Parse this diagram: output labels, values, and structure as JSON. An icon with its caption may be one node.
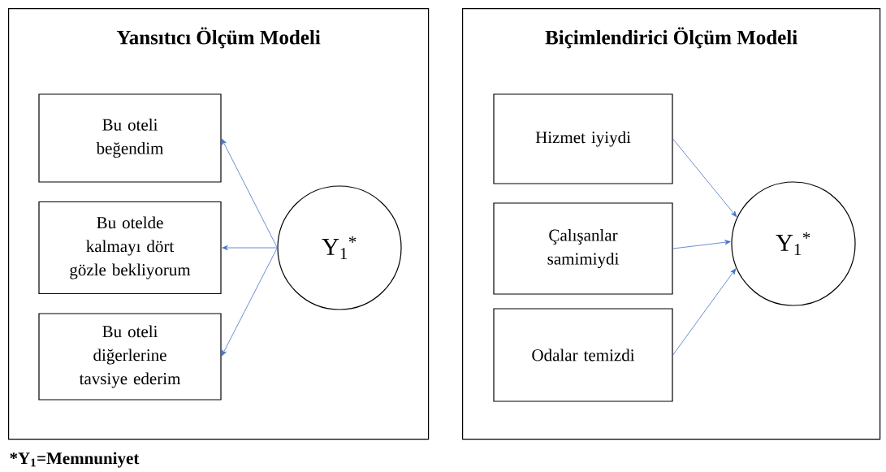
{
  "diagram": {
    "nodes": [
      {
        "text": [
          "Yansıtıcı Ölçüm Modeli"
        ]
      },
      {
        "text": [
          "Bu oteli beğendim"
        ],
        "in": 0
      },
      {
        "text": [
          "Bu otelde kalmayı dört gözle bekliyorum"
        ],
        "in": 0
      },
      {
        "text": [
          "Bu oteli diğerlerine tavsiye ederim"
        ],
        "in": 0
      },
      {
        "text": [
          "Y$_{1}$$^{*}$"
        ],
        "in": 0
      },
      {
        "text": [
          "Biçimlendirici Ölçüm Modeli"
        ]
      },
      {
        "text": [
          "Hizmet iyiydi"
        ],
        "in": 5
      },
      {
        "text": [
          "Çalışanlar samimiydi"
        ],
        "in": 5
      },
      {
        "text": [
          "Odalar temizdi"
        ],
        "in": 5
      },
      {
        "text": [
          "Y$_{1}$$^{*}$"
        ],
        "in": 5
      }
    ],
    "edges": [
      {
        "from": 4,
        "to": 1,
        "arrow": "to"
      },
      {
        "from": 4,
        "to": 2,
        "arrow": "to"
      },
      {
        "from": 4,
        "to": 3,
        "arrow": "to"
      },
      {
        "from": 6,
        "to": 9,
        "arrow": "to"
      },
      {
        "from": 7,
        "to": 9,
        "arrow": "to"
      },
      {
        "from": 8,
        "to": 9,
        "arrow": "to"
      }
    ],
    "caption": "*Y$_{1}$=Memnuniyet"
  }
}
